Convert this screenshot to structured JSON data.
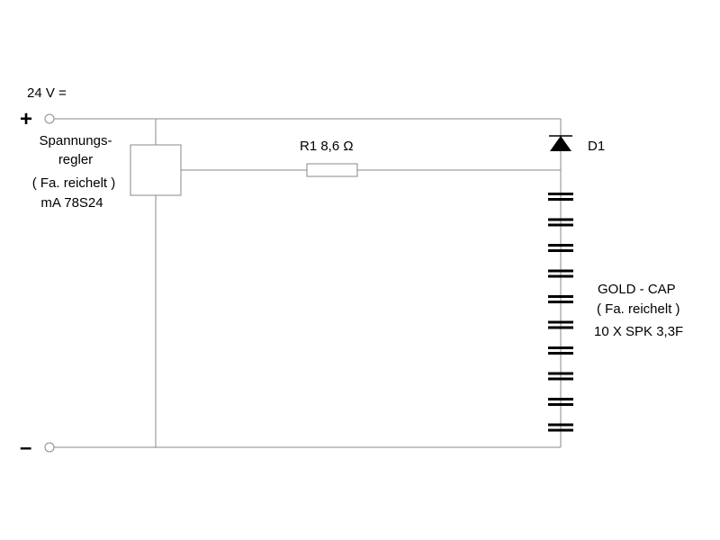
{
  "supply": {
    "voltage_label": "24 V =",
    "plus_sign": "+",
    "minus_sign": "–"
  },
  "regulator": {
    "label_lines": [
      "Spannungs-",
      "regler",
      "( Fa. reichelt )",
      "mA 78S24"
    ]
  },
  "resistor": {
    "label": "R1  8,6 Ω"
  },
  "diode": {
    "label": "D1"
  },
  "capacitor_bank": {
    "count": 10,
    "label_lines": [
      "GOLD - CAP",
      "( Fa. reichelt )",
      "10 X SPK 3,3F"
    ]
  },
  "colors": {
    "wire": "#8a8a8a",
    "component": "#000000",
    "background": "#ffffff"
  }
}
